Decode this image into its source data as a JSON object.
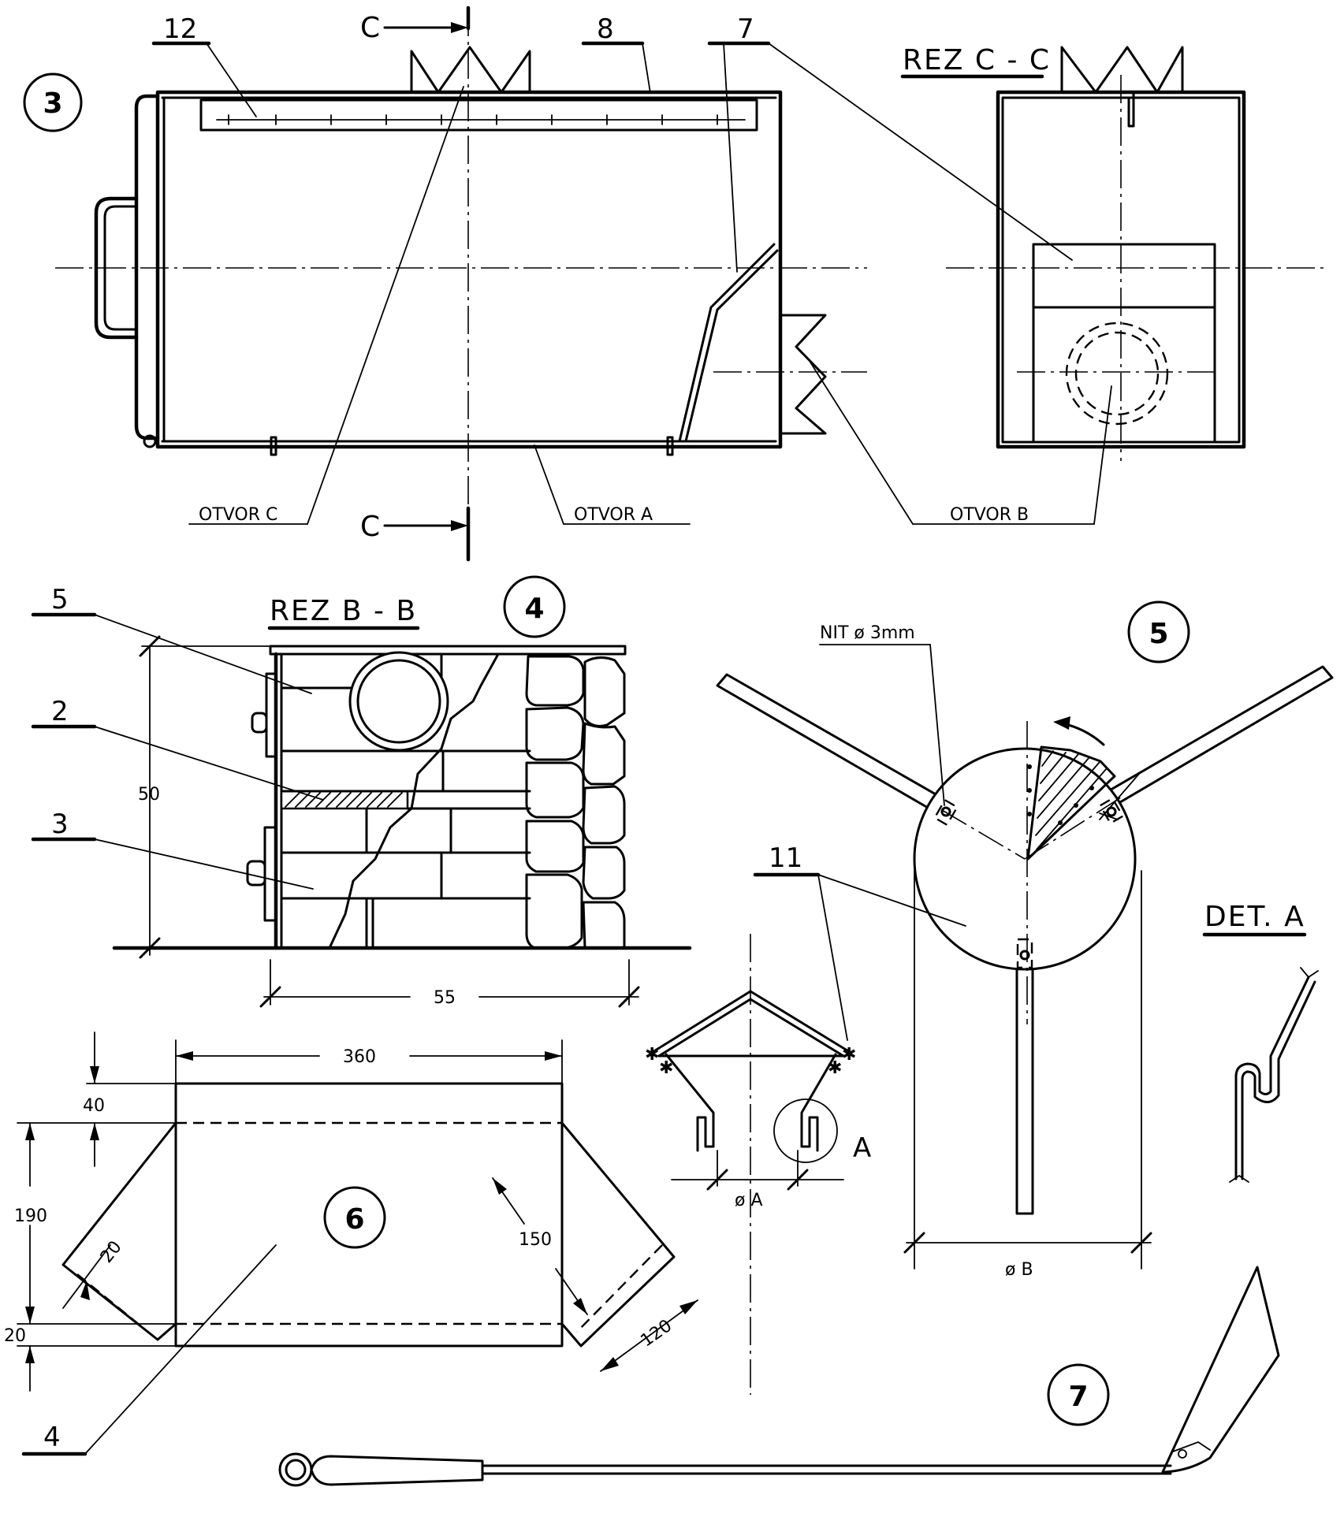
{
  "sheet": {
    "figure_numbers": [
      "3",
      "4",
      "5",
      "6",
      "7"
    ],
    "part_numbers": {
      "p12": "12",
      "p8": "8",
      "p7": "7",
      "p5": "5",
      "p2": "2",
      "p3": "3",
      "p11": "11",
      "p4": "4"
    },
    "section_marks": {
      "top": "C",
      "bottom": "C"
    },
    "section_titles": {
      "cc": "REZ C - C",
      "bb": "REZ B - B"
    },
    "detail_title": "DET. A",
    "detail_marker": "A",
    "openings": {
      "c": "OTVOR C",
      "a": "OTVOR A",
      "b": "OTVOR B"
    },
    "rivet_note": "NIT ø 3mm",
    "dimensions": {
      "height_50": "50",
      "width_55": "55",
      "w360": "360",
      "h40": "40",
      "h190": "190",
      "h20": "20",
      "d20": "20",
      "d150": "150",
      "d120": "120",
      "diam_a": "ø A",
      "diam_b": "ø B"
    }
  }
}
